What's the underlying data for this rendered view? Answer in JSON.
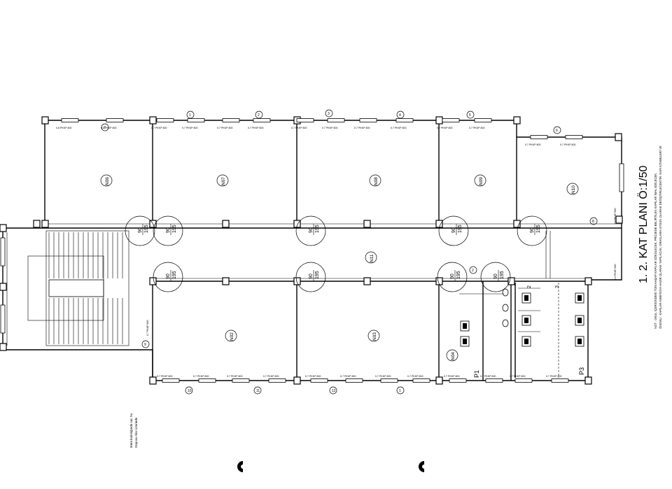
{
  "title": "1. 2. KAT PLANI Ö:1/50",
  "note_lines": [
    "NOT : OKUL İÇERİSİNDEKİ TÜM AHŞAP KAPILAR SÖKÜLECEK, PROJEDE BELİRTİLEN KAPILAR İMAL EDİLECEK.",
    "ÖNEMLİ : KAPILAR AMEFİSİYA HAZIR OLARAK YAPILACAK, ORANLARA UYGUN OLARAK DEĞİŞTİRİLECEKTİR. KAPI KİTABELERİ VE"
  ],
  "side_note_lines": [
    "6mm kalınlığında sac Su",
    "Deposu Aks Üzerinde"
  ],
  "window_label": "0.7 PKKP 800",
  "window_label_alt": "0.8 PKKP 800",
  "window_label_corridor": "1.0 PKKP 800",
  "room_tags": [
    "N06",
    "N07",
    "N08",
    "N09",
    "N10",
    "N11",
    "N02",
    "N03",
    "N04"
  ],
  "door_tag_top": "90",
  "door_tag_bottom": "195",
  "partition_labels": [
    "P1",
    "P3",
    "2",
    "3"
  ],
  "grid_tags": [
    "1",
    "2",
    "3",
    "4",
    "5",
    "6",
    "7",
    "8",
    "9",
    "10",
    "11",
    "12"
  ]
}
